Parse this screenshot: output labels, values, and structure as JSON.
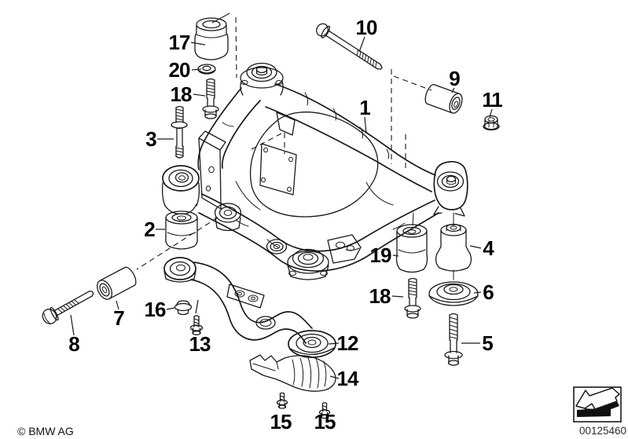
{
  "diagram": {
    "copyright": "© BMW AG",
    "image_number": "00125460",
    "colors": {
      "line": "#1a1a1a",
      "background": "#ffffff",
      "text": "#000000"
    },
    "callouts": {
      "c1": "1",
      "c2": "2",
      "c3": "3",
      "c4": "4",
      "c5": "5",
      "c6": "6",
      "c7": "7",
      "c8": "8",
      "c9": "9",
      "c10": "10",
      "c11": "11",
      "c12": "12",
      "c13": "13",
      "c14": "14",
      "c15a": "15",
      "c15b": "15",
      "c16": "16",
      "c17": "17",
      "c18a": "18",
      "c18b": "18",
      "c19": "19",
      "c20": "20"
    }
  }
}
